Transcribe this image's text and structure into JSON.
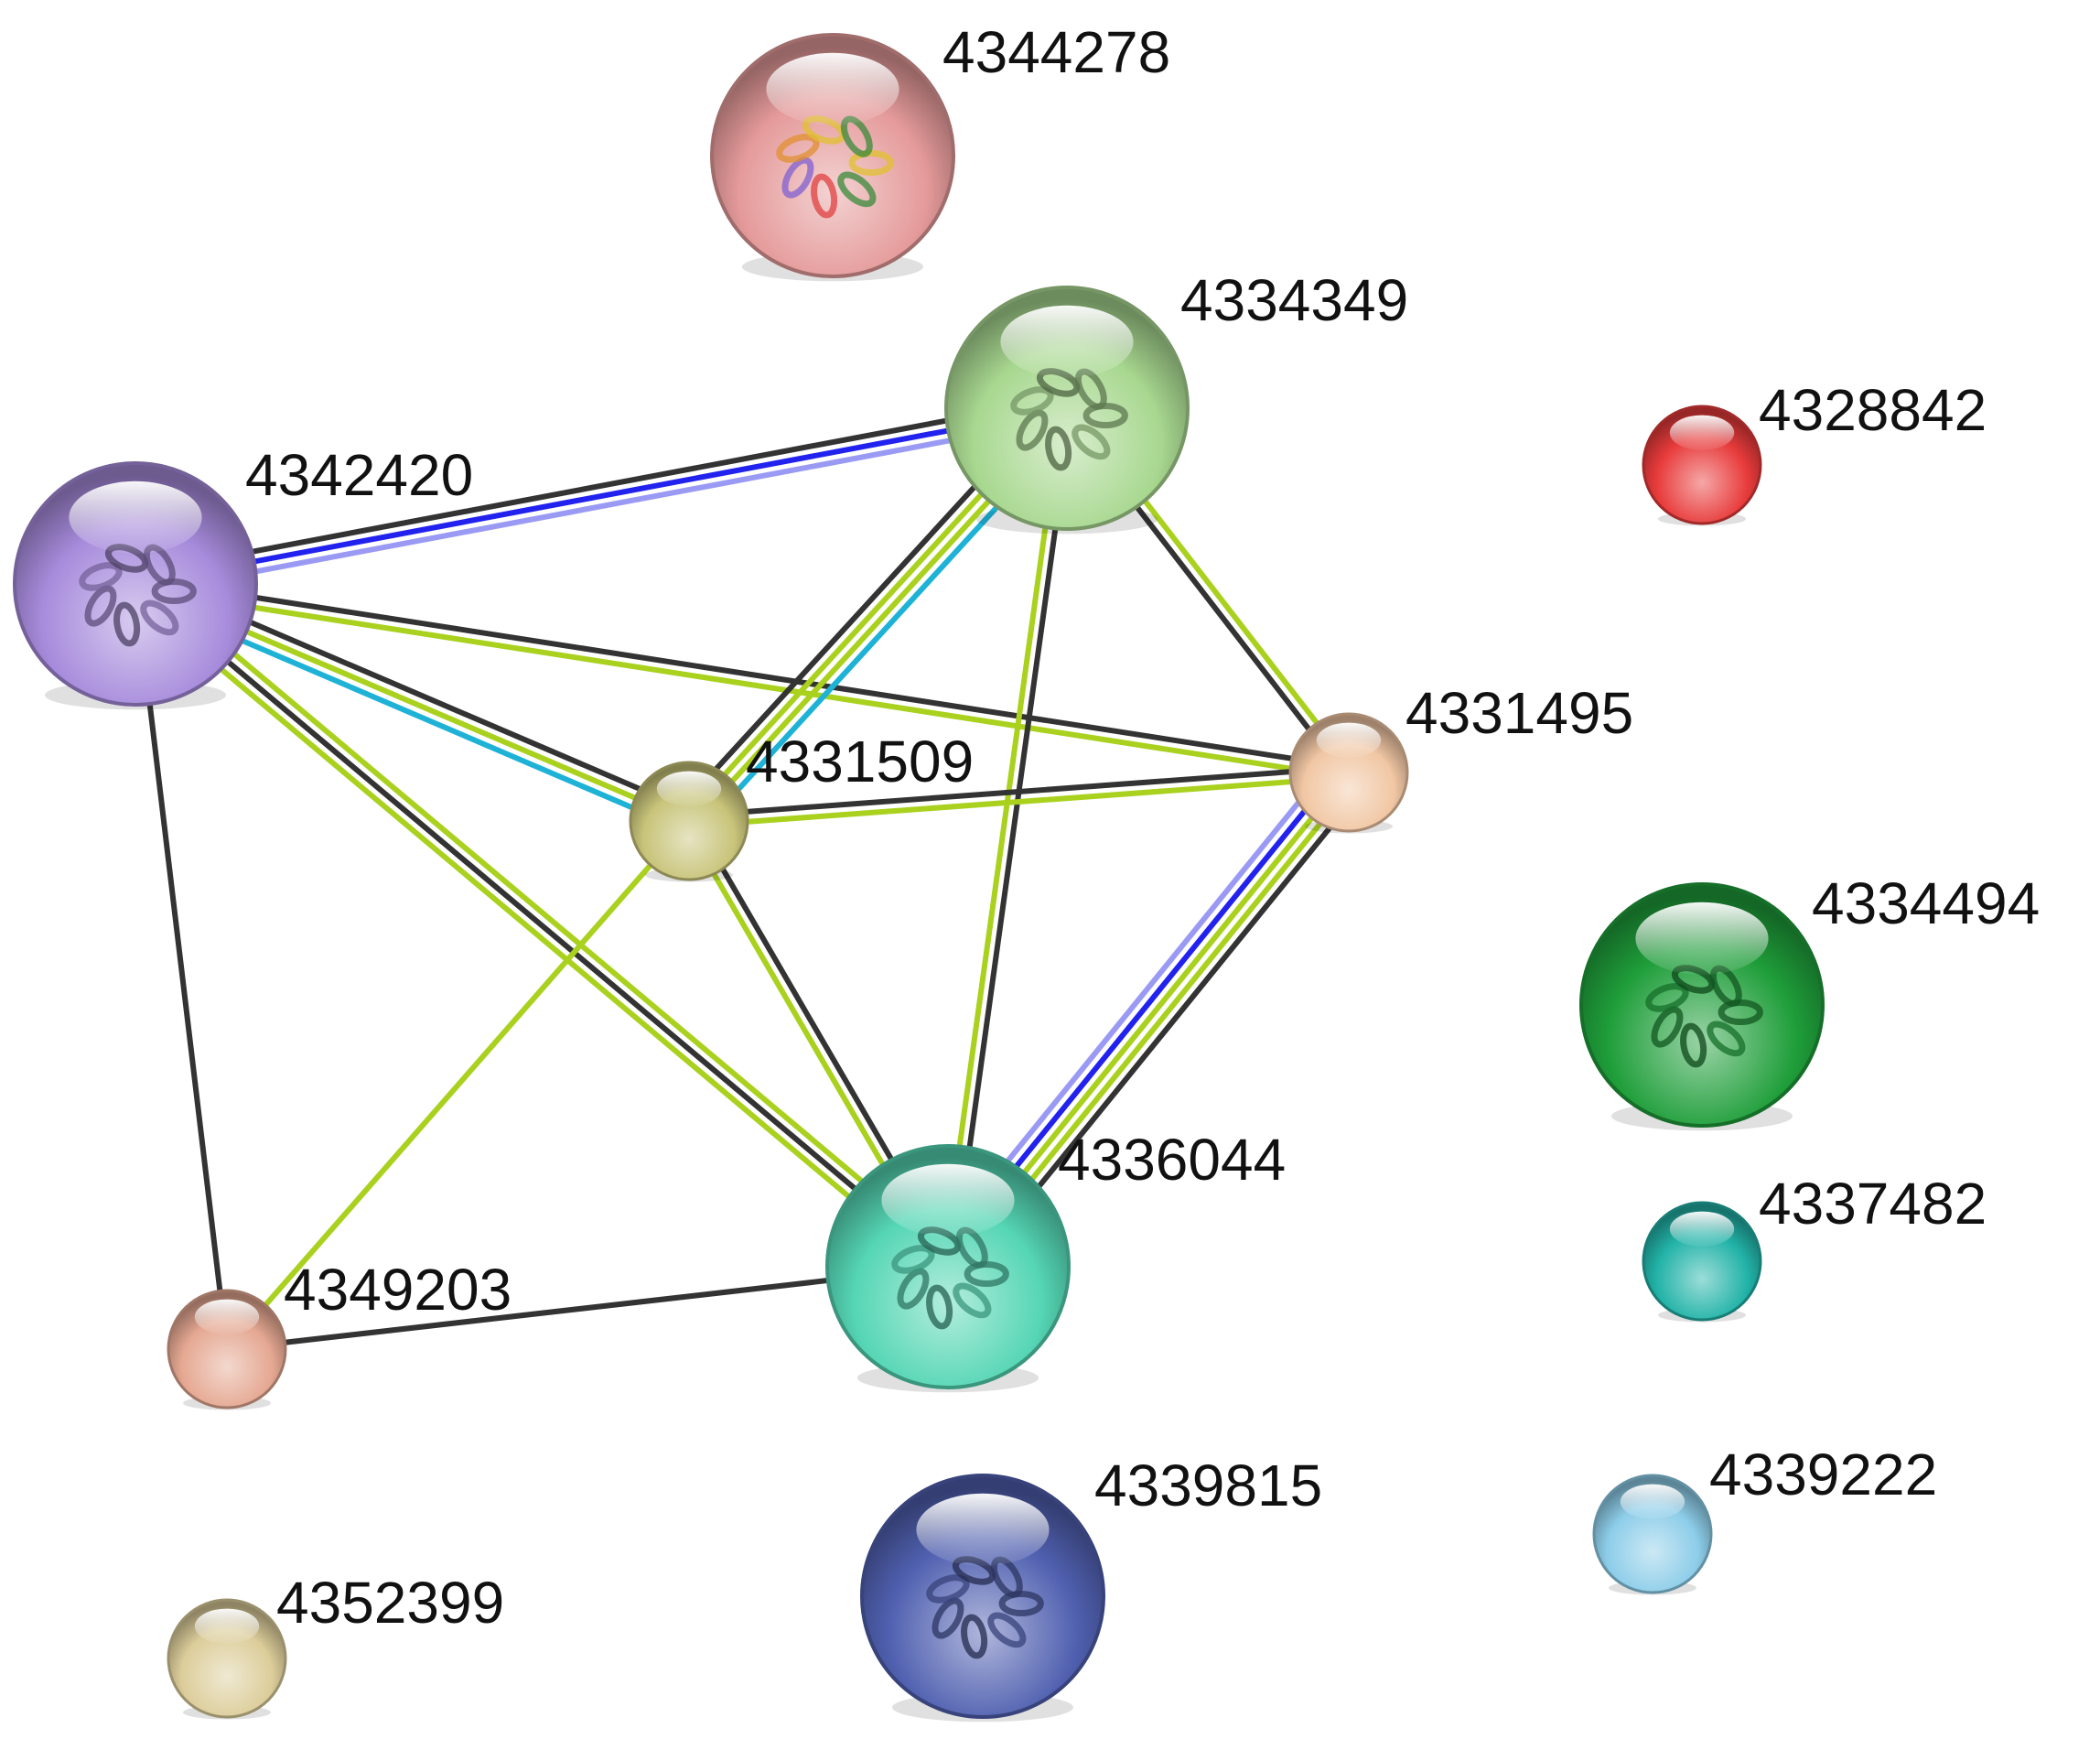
{
  "nodes": [
    {
      "id": "4344278",
      "label": "4344278",
      "color": "#e59a9a",
      "size": "large",
      "structure": "multicolor"
    },
    {
      "id": "4334349",
      "label": "4334349",
      "color": "#a8d890",
      "size": "large",
      "structure": "tan"
    },
    {
      "id": "4328842",
      "label": "4328842",
      "color": "#e83b3b",
      "size": "small"
    },
    {
      "id": "4342420",
      "label": "4342420",
      "color": "#a78bdc",
      "size": "large",
      "structure": "purple"
    },
    {
      "id": "4331509",
      "label": "4331509",
      "color": "#c8c47a",
      "size": "small"
    },
    {
      "id": "4331495",
      "label": "4331495",
      "color": "#f1c7a4",
      "size": "small"
    },
    {
      "id": "4334494",
      "label": "4334494",
      "color": "#1f9e3a",
      "size": "large",
      "structure": "green"
    },
    {
      "id": "4336044",
      "label": "4336044",
      "color": "#55d6b4",
      "size": "large",
      "structure": "cyan"
    },
    {
      "id": "4337482",
      "label": "4337482",
      "color": "#22b3a8",
      "size": "small"
    },
    {
      "id": "4349203",
      "label": "4349203",
      "color": "#e5a892",
      "size": "small"
    },
    {
      "id": "4339815",
      "label": "4339815",
      "color": "#5060b0",
      "size": "large",
      "structure": "violet"
    },
    {
      "id": "4339222",
      "label": "4339222",
      "color": "#8dcde9",
      "size": "small"
    },
    {
      "id": "4352399",
      "label": "4352399",
      "color": "#dccd9a",
      "size": "small"
    }
  ],
  "edge_colors": {
    "coexpression": "#333333",
    "textmining": "#a9d11e",
    "database": "#1eb2d6",
    "homology": "#2222ee",
    "homology_light": "#9a9af5"
  },
  "edges": [
    {
      "source": "4342420",
      "target": "4334349",
      "types": [
        "coexpression",
        "homology",
        "homology_light"
      ]
    },
    {
      "source": "4342420",
      "target": "4331495",
      "types": [
        "coexpression",
        "textmining"
      ]
    },
    {
      "source": "4342420",
      "target": "4331509",
      "types": [
        "coexpression",
        "textmining",
        "database"
      ]
    },
    {
      "source": "4342420",
      "target": "4336044",
      "types": [
        "textmining",
        "coexpression",
        "textmining"
      ]
    },
    {
      "source": "4342420",
      "target": "4349203",
      "types": [
        "coexpression"
      ]
    },
    {
      "source": "4334349",
      "target": "4331509",
      "types": [
        "database",
        "textmining",
        "textmining",
        "coexpression"
      ]
    },
    {
      "source": "4334349",
      "target": "4331495",
      "types": [
        "textmining",
        "coexpression"
      ]
    },
    {
      "source": "4334349",
      "target": "4336044",
      "types": [
        "coexpression",
        "textmining"
      ]
    },
    {
      "source": "4331509",
      "target": "4331495",
      "types": [
        "coexpression",
        "textmining"
      ]
    },
    {
      "source": "4331509",
      "target": "4336044",
      "types": [
        "coexpression",
        "textmining"
      ]
    },
    {
      "source": "4331509",
      "target": "4349203",
      "types": [
        "textmining"
      ]
    },
    {
      "source": "4331495",
      "target": "4336044",
      "types": [
        "coexpression",
        "textmining",
        "textmining",
        "homology",
        "homology_light"
      ]
    },
    {
      "source": "4336044",
      "target": "4349203",
      "types": [
        "coexpression"
      ]
    }
  ]
}
